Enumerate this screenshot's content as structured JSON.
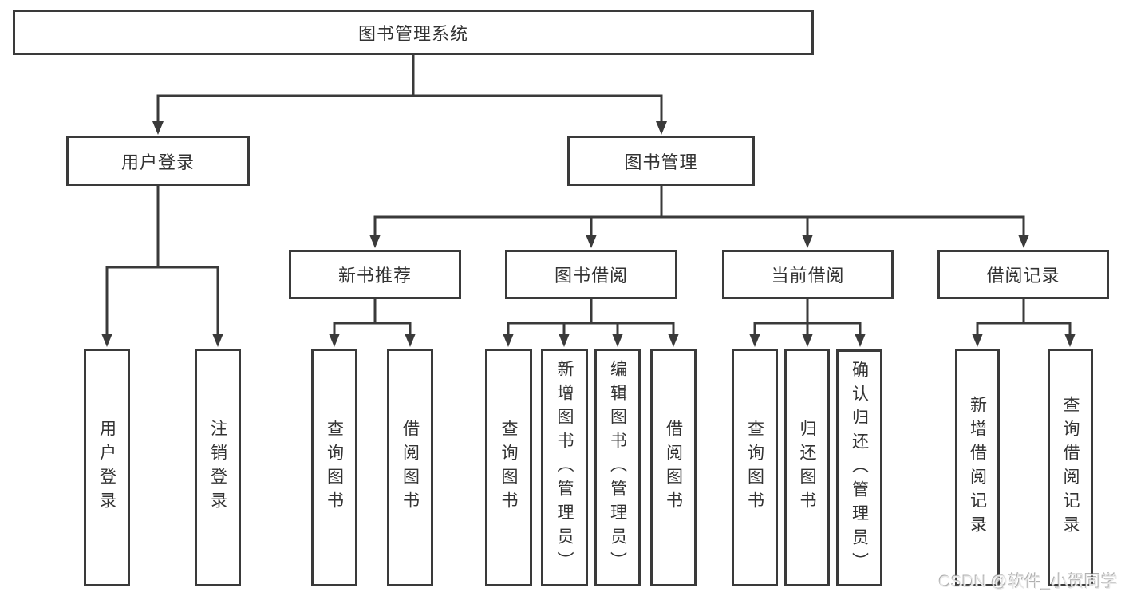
{
  "diagram": {
    "title": "图书管理系统",
    "branches": [
      {
        "label": "用户登录",
        "children": [
          {
            "label": "用户登录"
          },
          {
            "label": "注销登录"
          }
        ]
      },
      {
        "label": "图书管理",
        "children": [
          {
            "label": "新书推荐",
            "children": [
              {
                "label": "查询图书"
              },
              {
                "label": "借阅图书"
              }
            ]
          },
          {
            "label": "图书借阅",
            "children": [
              {
                "label": "查询图书"
              },
              {
                "label": "新增图书（管理员）"
              },
              {
                "label": "编辑图书（管理员）"
              },
              {
                "label": "借阅图书"
              }
            ]
          },
          {
            "label": "当前借阅",
            "children": [
              {
                "label": "查询图书"
              },
              {
                "label": "归还图书"
              },
              {
                "label": "确认归还（管理员）"
              }
            ]
          },
          {
            "label": "借阅记录",
            "children": [
              {
                "label": "新增借阅记录"
              },
              {
                "label": "查询借阅记录"
              }
            ]
          }
        ]
      }
    ]
  },
  "watermark": "CSDN @软件_小贺同学",
  "colors": {
    "line": "#3a3a3a",
    "text": "#333333",
    "watermark": "#e9e9e9",
    "background": "#ffffff"
  }
}
